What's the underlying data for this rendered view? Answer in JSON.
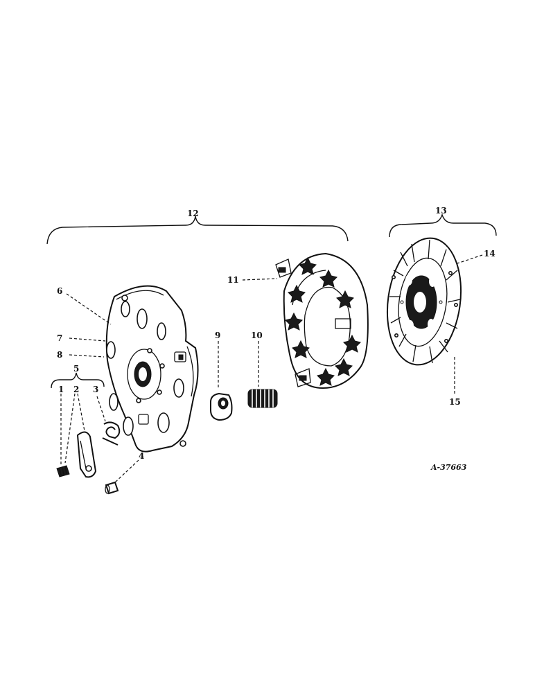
{
  "figure_id": "A-37663",
  "callouts": {
    "c1": "1",
    "c2": "2",
    "c3": "3",
    "c4": "4",
    "c5": "5",
    "c6": "6",
    "c7": "7",
    "c8": "8",
    "c9": "9",
    "c10": "10",
    "c11": "11",
    "c12": "12",
    "c13": "13",
    "c14": "14",
    "c15": "15"
  }
}
